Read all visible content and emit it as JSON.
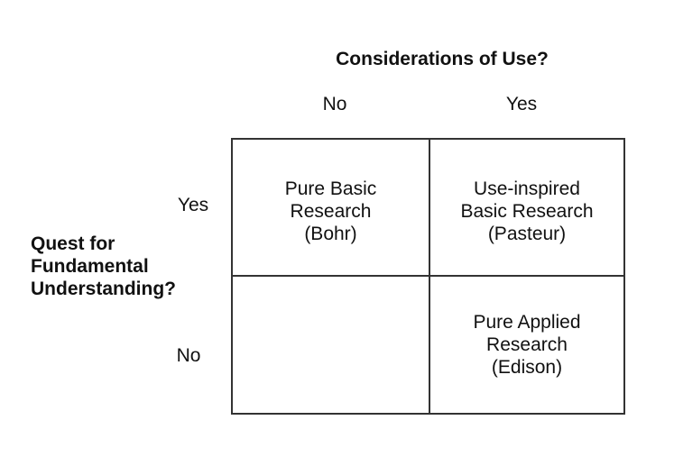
{
  "figure": {
    "x_axis": {
      "title": "Considerations of Use?",
      "col_labels": [
        "No",
        "Yes"
      ]
    },
    "y_axis": {
      "title_lines": [
        "Quest for",
        "Fundamental",
        "Understanding?"
      ],
      "row_labels": [
        "Yes",
        "No"
      ]
    },
    "quadrants": {
      "top_left": [
        "Pure Basic",
        "Research",
        "(Bohr)"
      ],
      "top_right": [
        "Use-inspired",
        "Basic Research",
        "(Pasteur)"
      ],
      "bottom_left": [],
      "bottom_right": [
        "Pure Applied",
        "Research",
        "(Edison)"
      ]
    },
    "colors": {
      "background": "#ffffff",
      "line": "#333333",
      "text": "#111111"
    }
  }
}
